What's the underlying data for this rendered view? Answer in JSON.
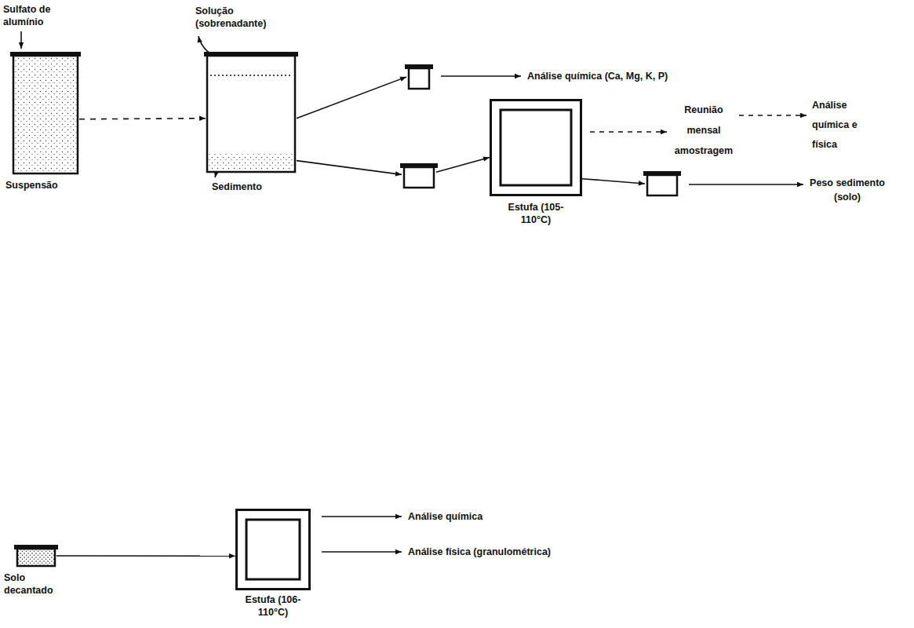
{
  "diagram": {
    "nodes": [
      {
        "text": [
          "Suspensão"
        ]
      },
      {
        "text": [
          "Solução (sobrenadante)",
          "Sedimento"
        ]
      },
      {
        "text": []
      },
      {
        "text": []
      },
      {
        "text": [
          "Estufa (105-110°C)"
        ]
      },
      {
        "text": []
      },
      {
        "text": [
          "Solo decantado"
        ]
      },
      {
        "text": [
          "Estufa (106-110°C)"
        ]
      }
    ],
    "edges": [
      {
        "from": 0,
        "to": 1,
        "arrow": "to"
      },
      {
        "from": 1,
        "to": 2,
        "arrow": "to"
      },
      {
        "from": 1,
        "to": 3,
        "arrow": "to"
      },
      {
        "from": 3,
        "to": 4,
        "arrow": "to"
      },
      {
        "from": 4,
        "to": 5,
        "arrow": "to"
      },
      {
        "from": 6,
        "to": 7,
        "arrow": "to"
      }
    ],
    "labels": [
      "Sulfato de alumínio",
      "Análise química (Ca, Mg, K, P)",
      "Reunião mensal amostragem",
      "Análise química e física",
      "Peso sedimento (solo)",
      "Análise química",
      "Análise física (granulométrica)"
    ]
  }
}
